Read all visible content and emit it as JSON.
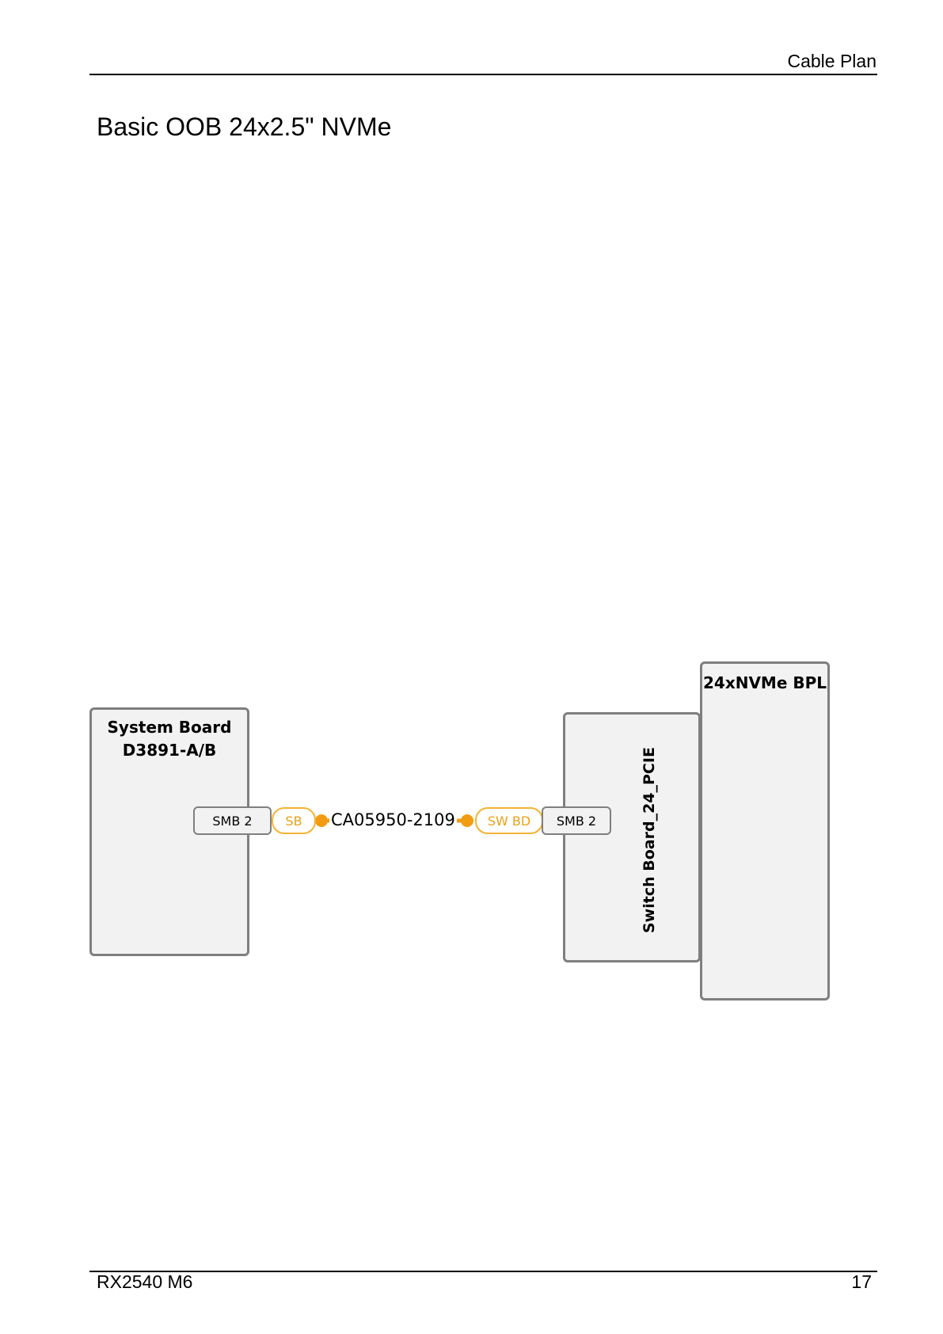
{
  "header": {
    "section": "Cable Plan"
  },
  "title": "Basic OOB 24x2.5\" NVMe",
  "diagram": {
    "system_board": {
      "line1": "System Board",
      "line2": "D3891-A/B",
      "connector": "SMB 2"
    },
    "cable": {
      "left_plug": "SB",
      "part_number": "CA05950-2109",
      "right_plug": "SW BD",
      "color": "#f39c12"
    },
    "switch_board": {
      "label": "Switch Board_24_PCIE",
      "connector": "SMB 2"
    },
    "backplane": {
      "label": "24xNVMe BPL"
    }
  },
  "footer": {
    "model": "RX2540 M6",
    "page": "17"
  }
}
